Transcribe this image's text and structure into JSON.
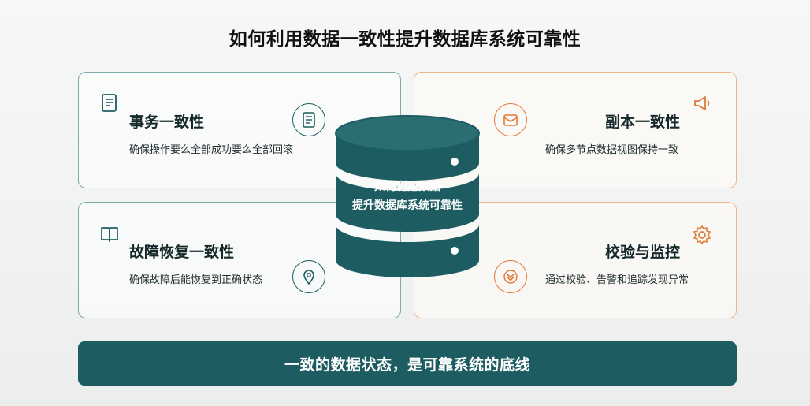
{
  "title": "如何利用数据一致性提升数据库系统可靠性",
  "center": {
    "line1": "如何利用数据",
    "line2": "提升数据库系统可靠性"
  },
  "cards": [
    {
      "title": "事务一致性",
      "desc": "确保操作要么全部成功要么全部回滚",
      "corner_icon": "document-icon",
      "ring_icon": "document-icon"
    },
    {
      "title": "副本一致性",
      "desc": "确保多节点数据视图保持一致",
      "corner_icon": "megaphone-icon",
      "ring_icon": "mail-icon"
    },
    {
      "title": "故障恢复一致性",
      "desc": "确保故障后能恢复到正确状态",
      "corner_icon": "book-icon",
      "ring_icon": "location-pin-icon"
    },
    {
      "title": "校验与监控",
      "desc": "通过校验、告警和追踪发现异常",
      "corner_icon": "gear-icon",
      "ring_icon": "double-chevron-down-icon"
    }
  ],
  "footer": "一致的数据状态，是可靠系统的底线",
  "colors": {
    "teal": "#1d5c60",
    "orange": "#e07a35",
    "teal_border": "#7fa9ab",
    "orange_border": "#efb48a"
  }
}
